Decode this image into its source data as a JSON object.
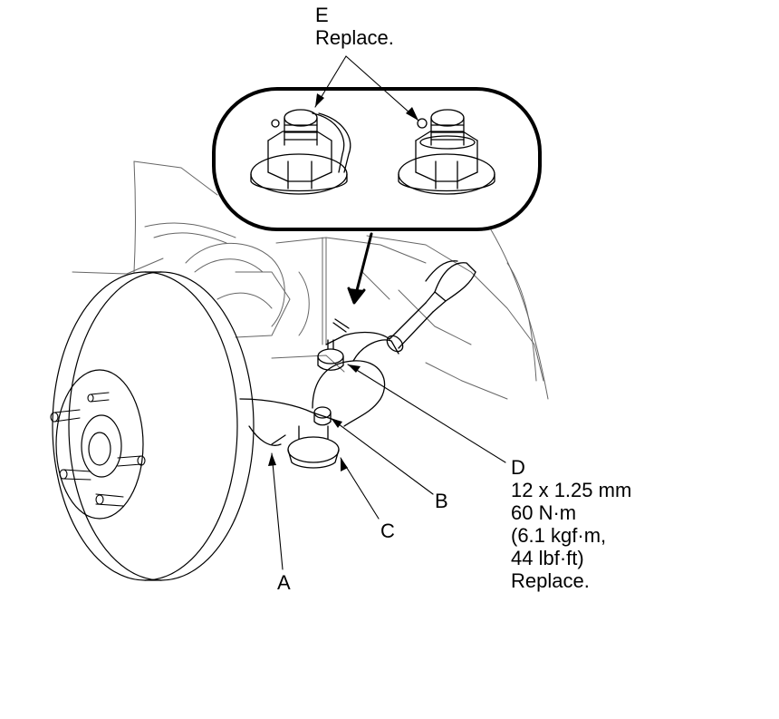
{
  "callouts": {
    "a": {
      "letter": "A"
    },
    "b": {
      "letter": "B"
    },
    "c": {
      "letter": "C"
    },
    "d": {
      "letter": "D",
      "size": "12 x 1.25 mm",
      "torque_nm": "60 N·m",
      "torque_kgf": "(6.1 kgf·m,",
      "torque_lbf": "44 lbf·ft)",
      "note": "Replace."
    },
    "e": {
      "letter": "E",
      "note": "Replace."
    }
  }
}
